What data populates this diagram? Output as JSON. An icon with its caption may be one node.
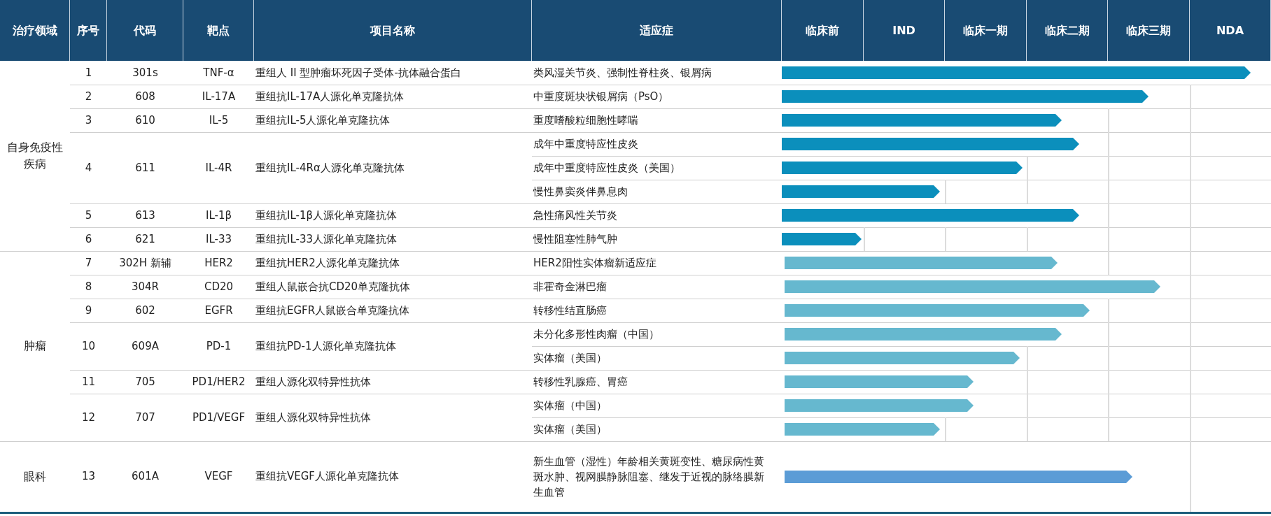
{
  "diagram": {
    "labels": [
      "治疗领域",
      "序号",
      "代码",
      "靶点",
      "项目名称",
      "适应症",
      "临床前",
      "IND",
      "临床一期",
      "临床二期",
      "临床三期",
      "NDA",
      "自身免疫性疾病",
      "1",
      "301s",
      "TNF-α",
      "重组人 II 型肿瘤坏死因子受体-抗体融合蛋白",
      "类风湿关节炎、强制性脊柱炎、银屑病",
      "2",
      "608",
      "IL-17A",
      "重组抗IL-17A人源化单克隆抗体",
      "中重度斑块状银屑病（PsO）",
      "3",
      "610",
      "IL-5",
      "重组抗IL-5人源化单克隆抗体",
      "重度嗜酸粒细胞性哮喘",
      "4",
      "611",
      "IL-4R",
      "重组抗IL-4Rα人源化单克隆抗体",
      "成年中重度特应性皮炎",
      "成年中重度特应性皮炎（美国）",
      "慢性鼻窦炎伴鼻息肉",
      "5",
      "613",
      "IL-1β",
      "重组抗IL-1β人源化单克隆抗体",
      "急性痛风性关节炎",
      "6",
      "621",
      "IL-33",
      "重组抗IL-33人源化单克隆抗体",
      "慢性阻塞性肺气肿",
      "肿瘤",
      "7",
      "302H 新辅",
      "HER2",
      "重组抗HER2人源化单克隆抗体",
      "HER2阳性实体瘤新适应症",
      "8",
      "304R",
      "CD20",
      "重组人鼠嵌合抗CD20单克隆抗体",
      "非霍奇金淋巴瘤",
      "9",
      "602",
      "EGFR",
      "重组抗EGFR人鼠嵌合单克隆抗体",
      "转移性结直肠癌",
      "10",
      "609A",
      "PD-1",
      "重组抗PD-1人源化单克隆抗体",
      "未分化多形性肉瘤（中国）",
      "实体瘤（美国）",
      "11",
      "705",
      "PD1/HER2",
      "重组人源化双特异性抗体",
      "转移性乳腺癌、胃癌",
      "12",
      "707",
      "PD1/VEGF",
      "重组人源化双特异性抗体",
      "实体瘤（中国）",
      "实体瘤（美国）",
      "眼科",
      "13",
      "601A",
      "VEGF",
      "重组抗VEGF人源化单克隆抗体",
      "新生血管（湿性）年龄相关黄斑变性、糖尿病性黄斑水肿、视网膜静脉阻塞、继发于近视的脉络膜新生血管"
    ]
  }
}
